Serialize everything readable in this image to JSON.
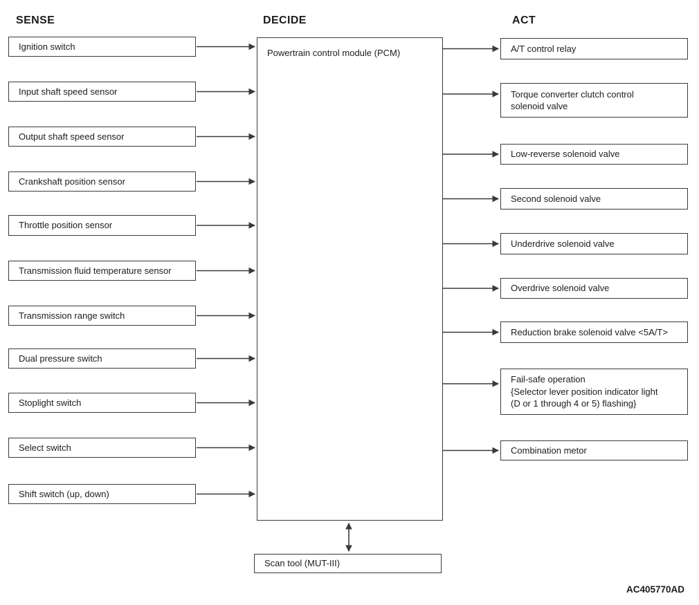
{
  "headers": {
    "sense": "SENSE",
    "decide": "DECIDE",
    "act": "ACT"
  },
  "sense_inputs": [
    "Ignition switch",
    "Input shaft speed sensor",
    "Output shaft speed sensor",
    "Crankshaft position sensor",
    "Throttle position sensor",
    "Transmission fluid temperature sensor",
    "Transmission range switch",
    "Dual pressure switch",
    "Stoplight switch",
    "Select switch",
    "Shift switch (up, down)"
  ],
  "decide": {
    "pcm_label": "Powertrain control module (PCM)",
    "scan_tool_label": "Scan tool (MUT-III)"
  },
  "act_outputs": [
    "A/T control relay",
    "Torque converter clutch control\nsolenoid valve",
    "Low-reverse solenoid valve",
    "Second solenoid valve",
    "Underdrive solenoid valve",
    "Overdrive solenoid valve",
    "Reduction brake solenoid valve <5A/T>",
    "Fail-safe operation\n{Selector lever position indicator light\n(D or 1 through 4 or 5) flashing}",
    "Combination metor"
  ],
  "figure_code": "AC405770AD",
  "colors": {
    "line": "#3a3a3a",
    "text": "#1c1c1c",
    "background": "#ffffff"
  }
}
